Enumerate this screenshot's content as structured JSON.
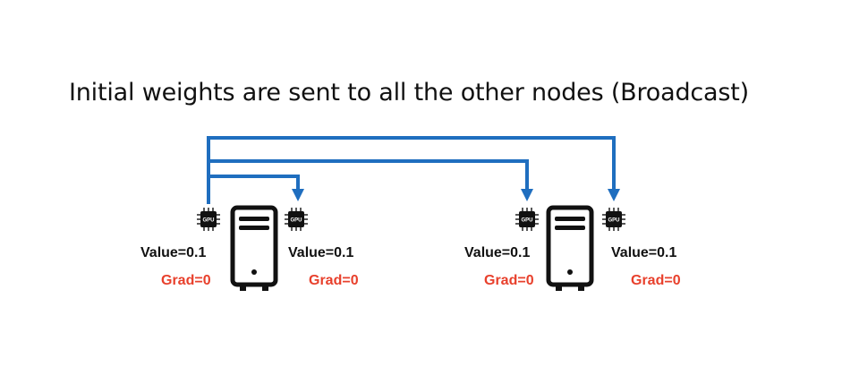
{
  "title": "Initial weights are sent to all the other nodes (Broadcast)",
  "colors": {
    "arrow": "#1f6ebf",
    "grad": "#e8402c",
    "text": "#111111",
    "server": "#111111"
  },
  "chip_label": "GPU",
  "nodes": [
    {
      "gpus": [
        {
          "value": "Value=0.1",
          "grad": "Grad=0"
        },
        {
          "value": "Value=0.1",
          "grad": "Grad=0"
        }
      ]
    },
    {
      "gpus": [
        {
          "value": "Value=0.1",
          "grad": "Grad=0"
        },
        {
          "value": "Value=0.1",
          "grad": "Grad=0"
        }
      ]
    }
  ]
}
